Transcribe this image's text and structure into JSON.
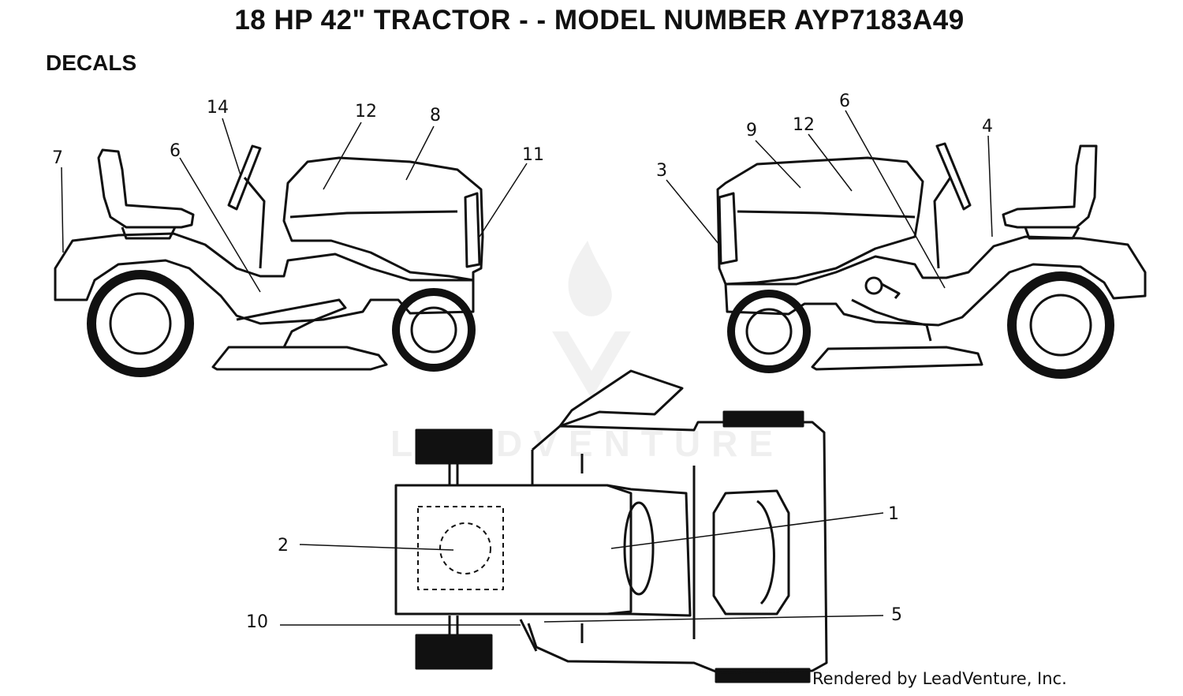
{
  "title": "18 HP 42\" TRACTOR - - MODEL NUMBER AYP7183A49",
  "section": "DECALS",
  "footer": "Rendered by LeadVenture, Inc.",
  "watermark": "LEADVENTURE",
  "callouts": {
    "left_view": [
      "14",
      "12",
      "8",
      "7",
      "6",
      "11"
    ],
    "right_view": [
      "6",
      "9",
      "12",
      "4",
      "3"
    ],
    "top_view": [
      "1",
      "2",
      "10",
      "5"
    ]
  },
  "colors": {
    "line": "#111111",
    "watermark": "#e3e3e3"
  }
}
